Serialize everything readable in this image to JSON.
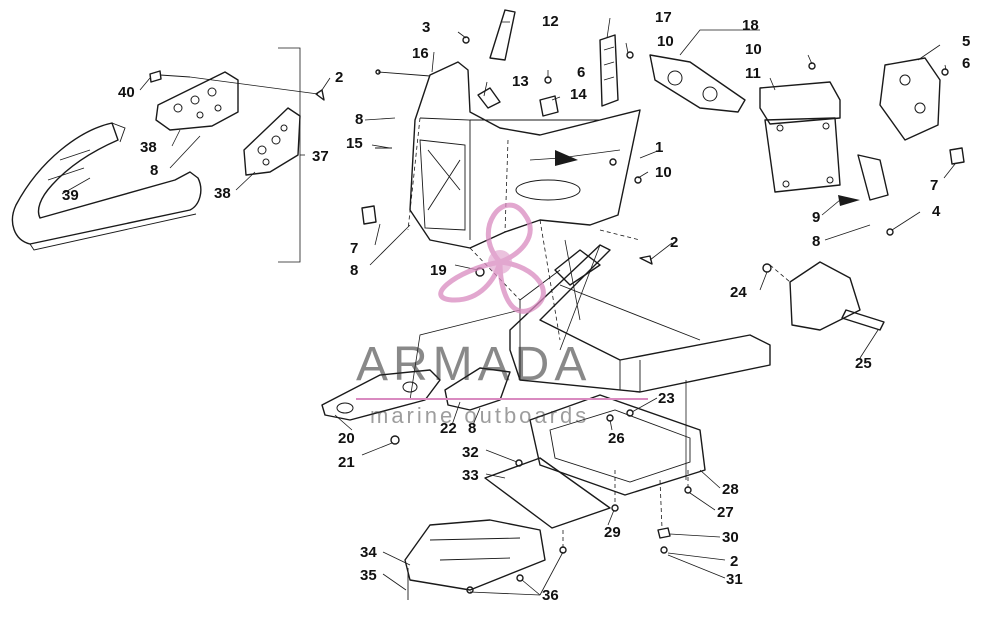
{
  "watermark": {
    "brand": "ARMADA",
    "tagline": "marine outboards",
    "accent_color": "#d98ac0",
    "logo_icon": "propeller-logo-icon"
  },
  "callouts": {
    "c1": "1",
    "c2a": "2",
    "c2b": "2",
    "c2c": "2",
    "c3": "3",
    "c4": "4",
    "c5": "5",
    "c6a": "6",
    "c6b": "6",
    "c7a": "7",
    "c7b": "7",
    "c8a": "8",
    "c8b": "8",
    "c8c": "8",
    "c8d": "8",
    "c8e": "8",
    "c9": "9",
    "c10a": "10",
    "c10b": "10",
    "c10c": "10",
    "c11": "11",
    "c12": "12",
    "c13": "13",
    "c14": "14",
    "c15": "15",
    "c16": "16",
    "c17": "17",
    "c18": "18",
    "c19": "19",
    "c20": "20",
    "c21": "21",
    "c22": "22",
    "c23": "23",
    "c24": "24",
    "c25": "25",
    "c26": "26",
    "c27": "27",
    "c28": "28",
    "c29": "29",
    "c30": "30",
    "c31": "31",
    "c32": "32",
    "c33": "33",
    "c34": "34",
    "c35": "35",
    "c36": "36",
    "c37": "37",
    "c38a": "38",
    "c38b": "38",
    "c39": "39",
    "c40": "40"
  }
}
